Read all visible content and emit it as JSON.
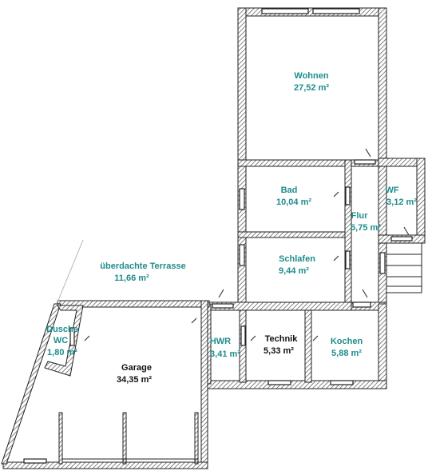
{
  "rooms": {
    "wohnen": {
      "name": "Wohnen",
      "area": "27,52 m²"
    },
    "bad": {
      "name": "Bad",
      "area": "10,04 m²"
    },
    "wf": {
      "name": "WF",
      "area": "3,12 m²"
    },
    "flur": {
      "name": "Flur",
      "area": "5,75 m²"
    },
    "schlafen": {
      "name": "Schlafen",
      "area": "9,44 m²"
    },
    "terrasse": {
      "name": "überdachte Terrasse",
      "area": "11,66 m²"
    },
    "dusche": {
      "name": "Dusche",
      "name2": "WC",
      "area": "1,80 m²"
    },
    "garage": {
      "name": "Garage",
      "area": "34,35 m²"
    },
    "hwr": {
      "name": "HWR",
      "area": "3,41 m²"
    },
    "technik": {
      "name": "Technik",
      "area": "5,33 m²"
    },
    "kochen": {
      "name": "Kochen",
      "area": "5,88 m²"
    }
  },
  "colors": {
    "label": "#1f8c8c",
    "label_dark": "#111111",
    "wall": "#222222"
  }
}
